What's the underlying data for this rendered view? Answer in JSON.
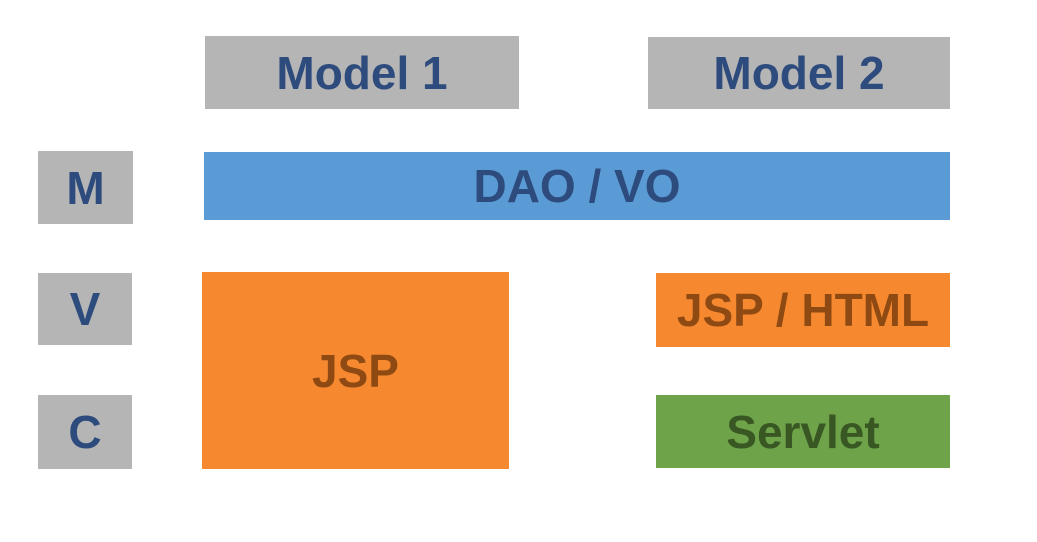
{
  "colors": {
    "background": "#ffffff",
    "gray": "#b5b5b5",
    "blue": "#5b9bd5",
    "orange": "#f6892f",
    "green": "#6ea34a",
    "navy_text": "#2d4b7d",
    "dark_orange_text": "#8e4a12",
    "dark_green_text": "#385723"
  },
  "headers": {
    "model1": "Model 1",
    "model2": "Model 2"
  },
  "mvc_labels": {
    "m": "M",
    "v": "V",
    "c": "C"
  },
  "layers": {
    "model_layer": "DAO / VO",
    "model1_view_controller": "JSP",
    "model2_view": "JSP / HTML",
    "model2_controller": "Servlet"
  }
}
